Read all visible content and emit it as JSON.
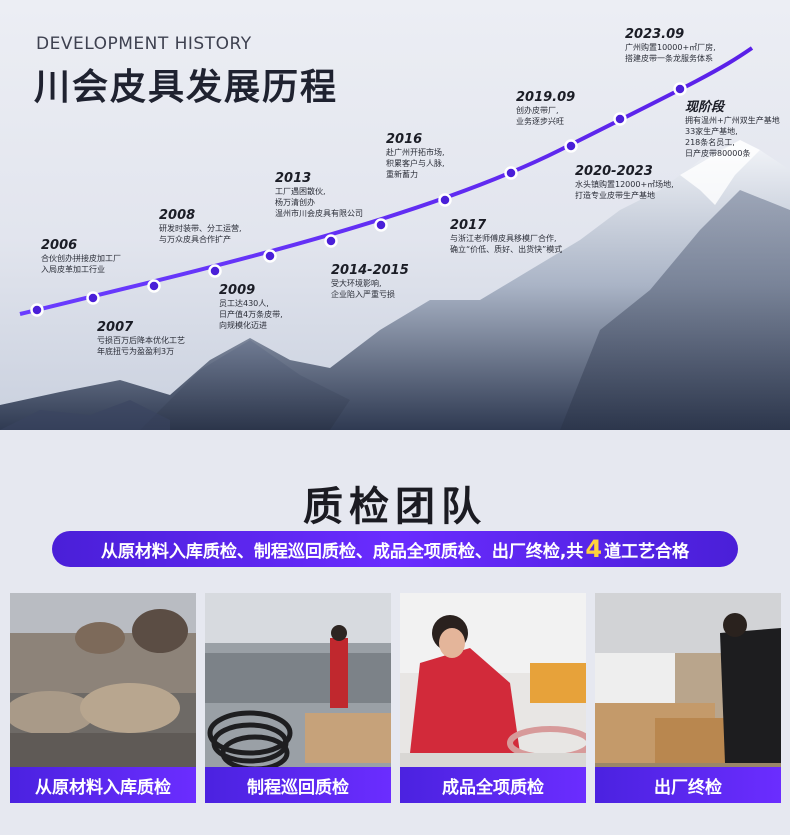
{
  "history": {
    "title_en": "DEVELOPMENT HISTORY",
    "title_cn": "川会皮具发展历程",
    "milestones": [
      {
        "year": "2006",
        "desc": [
          "合伙创办拼接皮加工厂",
          "入局皮革加工行业"
        ]
      },
      {
        "year": "2007",
        "desc": [
          "亏损百万后降本优化工艺",
          "年底扭亏为盈盈利3万"
        ]
      },
      {
        "year": "2008",
        "desc": [
          "研发时装带、分工运营,",
          "与万众皮具合作扩产"
        ]
      },
      {
        "year": "2009",
        "desc": [
          "员工达430人,",
          "日产值4万条皮带,",
          "向规模化迈进"
        ]
      },
      {
        "year": "2013",
        "desc": [
          "工厂遇困散伙,",
          "杨万清创办",
          "温州市川会皮具有限公司"
        ]
      },
      {
        "year": "2014-2015",
        "desc": [
          "受大环境影响,",
          "企业陷入严重亏损"
        ]
      },
      {
        "year": "2016",
        "desc": [
          "赴广州开拓市场,",
          "积累客户与人脉,",
          "重新蓄力"
        ]
      },
      {
        "year": "2017",
        "desc": [
          "与浙江老师傅皮具移模厂合作,",
          "确立“价低、质好、出货快”模式"
        ]
      },
      {
        "year": "2019.09",
        "desc": [
          "创办皮带厂,",
          "业务逐步兴旺"
        ]
      },
      {
        "year": "2020-2023",
        "desc": [
          "水头镇购置12000+㎡场地,",
          "打造专业皮带生产基地"
        ]
      },
      {
        "year": "2023.09",
        "desc": [
          "广州购置10000+㎡厂房,",
          "搭建皮带一条龙服务体系"
        ]
      },
      {
        "year": "现阶段",
        "desc": [
          "拥有温州+广州双生产基地",
          "33家生产基地,",
          "218条名员工,",
          "日产皮带80000条"
        ]
      }
    ]
  },
  "qc": {
    "title": "质检团队",
    "banner_before": "从原材料入库质检、制程巡回质检、成品全项质检、出厂终检,共",
    "banner_num": "4",
    "banner_after": "道工艺合格",
    "photos": [
      {
        "caption": "从原材料入库质检"
      },
      {
        "caption": "制程巡回质检"
      },
      {
        "caption": "成品全项质检"
      },
      {
        "caption": "出厂终检"
      }
    ]
  },
  "colors": {
    "accent": "#5a2cf0",
    "highlight": "#ffd23c"
  }
}
